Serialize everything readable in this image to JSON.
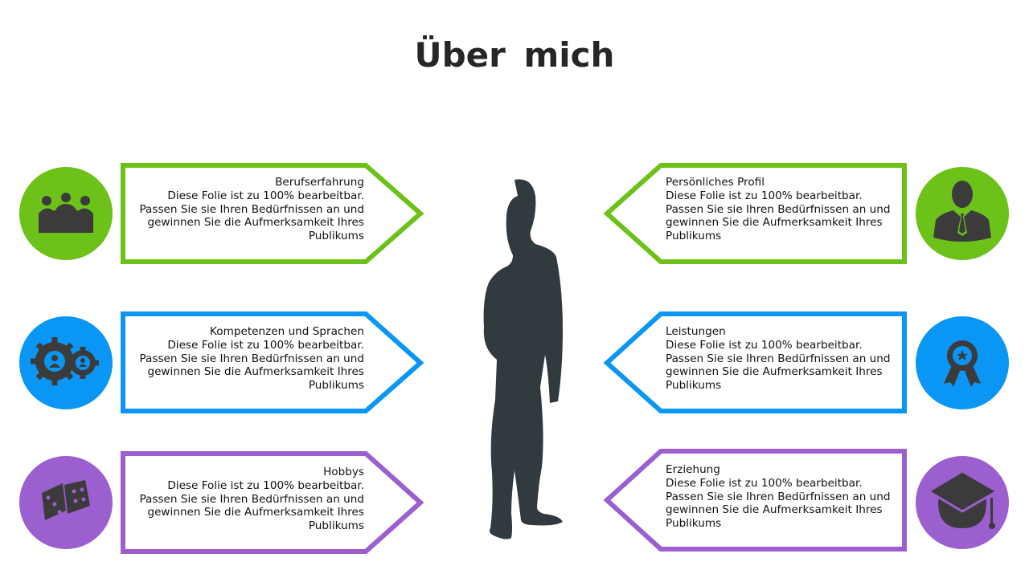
{
  "title": "Über  mich",
  "colors": {
    "green": "#6cc218",
    "blue": "#0a96f5",
    "purple": "#9b5fcf",
    "icon": "#3b3b3b",
    "silhouette": "#303a3f"
  },
  "body_lines": [
    "Diese Folie ist zu 100% bearbeitbar.",
    "Passen Sie sie Ihren Bedürfnissen an und",
    "gewinnen Sie die Aufmerksamkeit Ihres",
    "Publikums"
  ],
  "cards": [
    {
      "heading": "Berufserfahrung",
      "icon": "meeting-table-icon",
      "color": "green"
    },
    {
      "heading": "Kompetenzen und Sprachen",
      "icon": "gears-people-icon",
      "color": "blue"
    },
    {
      "heading": "Hobbys",
      "icon": "dice-icon",
      "color": "purple"
    },
    {
      "heading": "Persönliches Profil",
      "icon": "businessman-icon",
      "color": "green"
    },
    {
      "heading": "Leistungen",
      "icon": "award-ribbon-icon",
      "color": "blue"
    },
    {
      "heading": "Erziehung",
      "icon": "graduation-cap-icon",
      "color": "purple"
    }
  ]
}
